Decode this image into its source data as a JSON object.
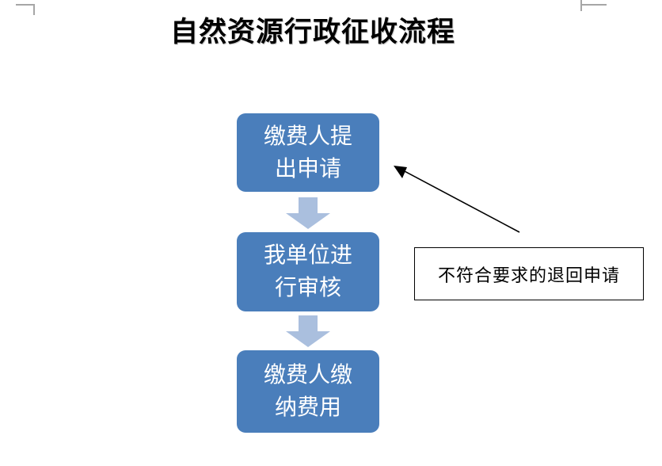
{
  "page": {
    "title": "自然资源行政征收流程",
    "background_color": "#ffffff",
    "crop_mark_color": "#a6a6a6"
  },
  "theme": {
    "box_fill": "#4a7ebb",
    "box_text_color": "#ffffff",
    "connector_fill": "#aabfde",
    "annotation_border": "#000000",
    "annotation_text_color": "#000000",
    "reject_arrow_color": "#000000"
  },
  "flow": {
    "steps": [
      {
        "id": "apply",
        "label": "缴费人提\n出申请"
      },
      {
        "id": "review",
        "label": "我单位进\n行审核"
      },
      {
        "id": "pay",
        "label": "缴费人缴\n纳费用"
      }
    ],
    "connectors": [
      {
        "id": "connector-1",
        "from": "apply",
        "to": "review",
        "direction": "down",
        "shape": "block-arrow"
      },
      {
        "id": "connector-2",
        "from": "review",
        "to": "pay",
        "direction": "down",
        "shape": "block-arrow"
      }
    ],
    "annotations": [
      {
        "id": "reject",
        "text": "不符合要求的退回申请",
        "points_to": "apply",
        "arrow_direction": "up-left"
      }
    ]
  },
  "icons": {
    "down-block-arrow-icon": "⬇",
    "reject-arrow-icon": "↖"
  }
}
